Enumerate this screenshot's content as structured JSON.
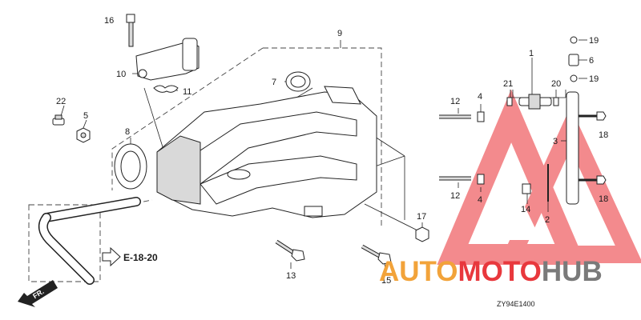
{
  "diagram": {
    "part_labels": {
      "p1": "1",
      "p2": "2",
      "p3": "3",
      "p4a": "4",
      "p4b": "4",
      "p5": "5",
      "p6": "6",
      "p7": "7",
      "p8": "8",
      "p9": "9",
      "p10": "10",
      "p11": "11",
      "p12a": "12",
      "p12b": "12",
      "p13": "13",
      "p14": "14",
      "p15": "15",
      "p16": "16",
      "p17": "17",
      "p18a": "18",
      "p18b": "18",
      "p19a": "19",
      "p19b": "19",
      "p20": "20",
      "p21": "21",
      "p22": "22"
    },
    "reference": "E-18-20",
    "direction": "FR.",
    "drawing_code": "ZY94E1400"
  },
  "watermark": {
    "part1": "AUTO",
    "part2": "MOTO",
    "part3": "HUB",
    "colors": {
      "orange": "#f2a33a",
      "red": "#e8383d",
      "gray": "#7a7a7a"
    }
  }
}
